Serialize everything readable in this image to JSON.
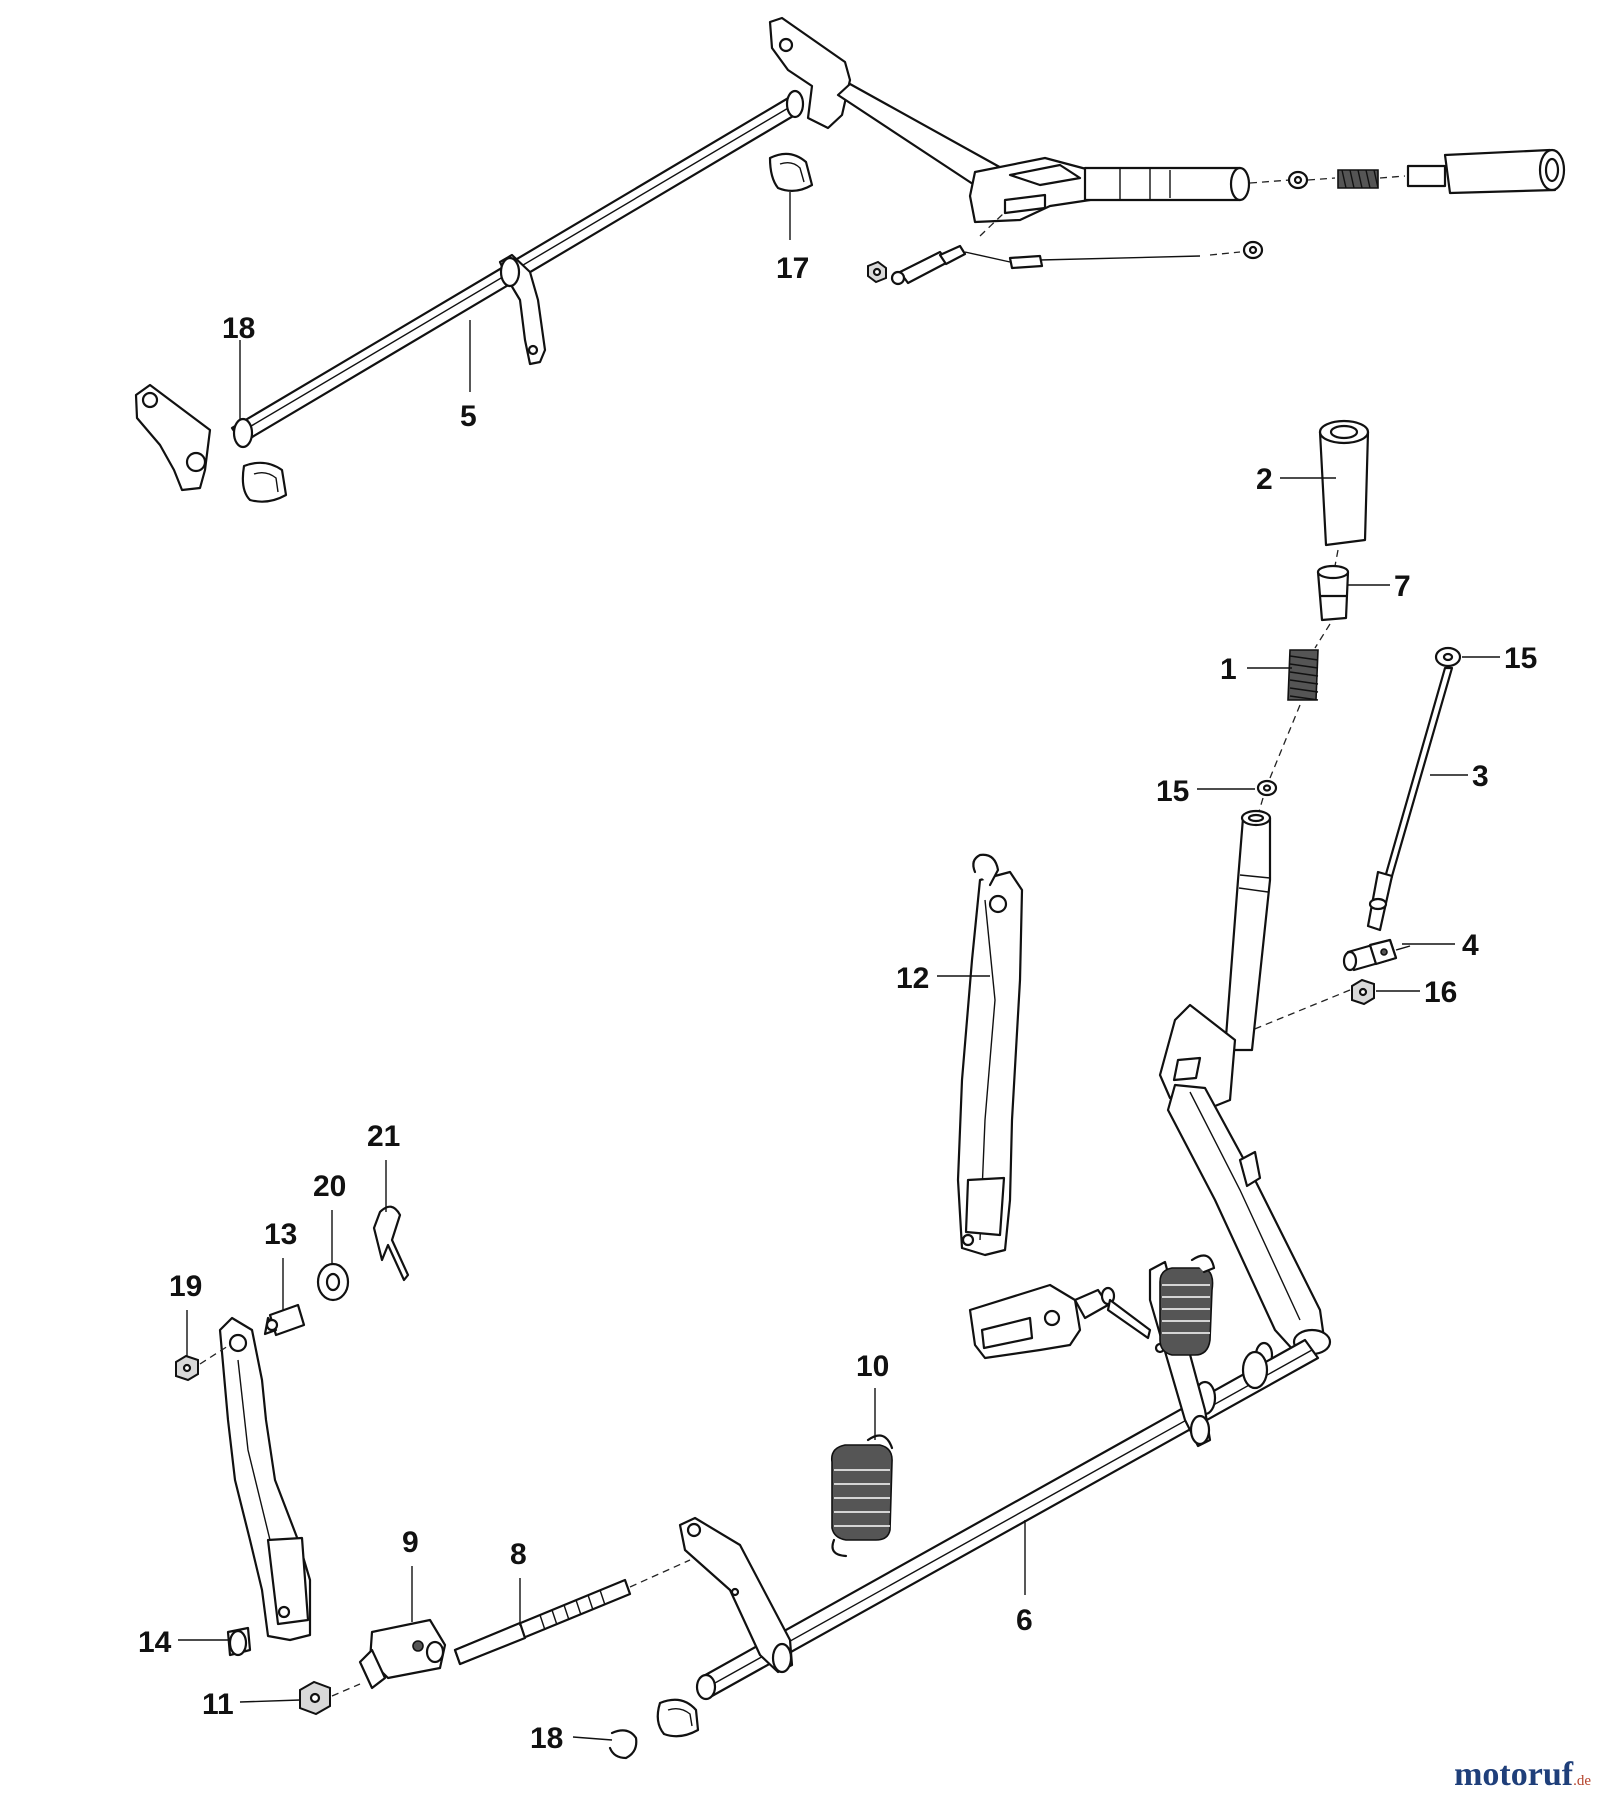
{
  "watermark": {
    "text": "motoruf",
    "tld": ".de"
  },
  "colors": {
    "line": "#111111",
    "shade": "#d9d9d9",
    "brand": "#1f3f7a",
    "brand_accent": "#b5432c"
  },
  "callouts": [
    {
      "id": "c17a",
      "label": "17"
    },
    {
      "id": "c18a",
      "label": "18"
    },
    {
      "id": "c5",
      "label": "5"
    },
    {
      "id": "c2",
      "label": "2"
    },
    {
      "id": "c7",
      "label": "7"
    },
    {
      "id": "c1",
      "label": "1"
    },
    {
      "id": "c15a",
      "label": "15"
    },
    {
      "id": "c15b",
      "label": "15"
    },
    {
      "id": "c3",
      "label": "3"
    },
    {
      "id": "c4",
      "label": "4"
    },
    {
      "id": "c16",
      "label": "16"
    },
    {
      "id": "c12",
      "label": "12"
    },
    {
      "id": "c21",
      "label": "21"
    },
    {
      "id": "c20",
      "label": "20"
    },
    {
      "id": "c13",
      "label": "13"
    },
    {
      "id": "c19",
      "label": "19"
    },
    {
      "id": "c10",
      "label": "10"
    },
    {
      "id": "c9",
      "label": "9"
    },
    {
      "id": "c8",
      "label": "8"
    },
    {
      "id": "c6",
      "label": "6"
    },
    {
      "id": "c14",
      "label": "14"
    },
    {
      "id": "c11",
      "label": "11"
    },
    {
      "id": "c18b",
      "label": "18"
    }
  ]
}
